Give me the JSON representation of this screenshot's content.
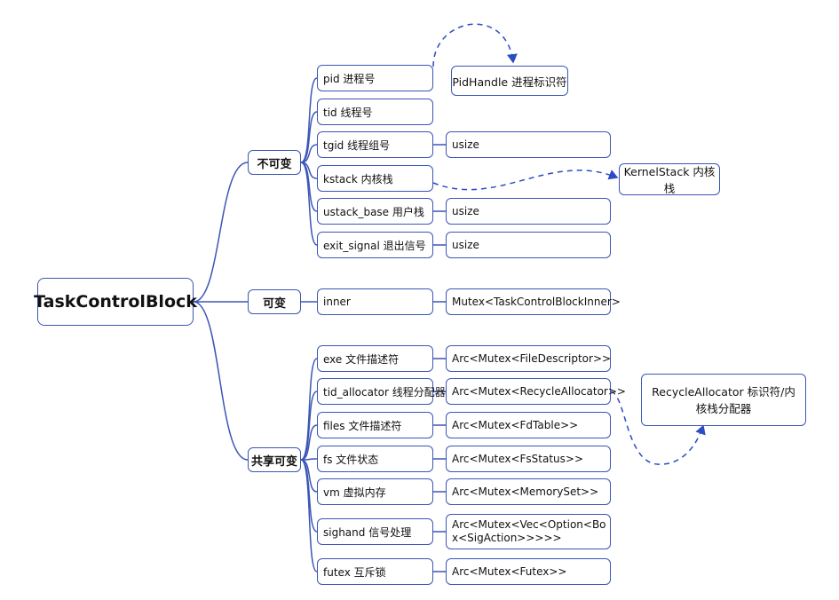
{
  "root": "TaskControlBlock",
  "categories": {
    "immutable": "不可变",
    "mutable": "可变",
    "shared": "共享可变"
  },
  "fields": {
    "pid": "pid 进程号",
    "tid": "tid 线程号",
    "tgid": "tgid 线程组号",
    "kstack": "kstack 内核栈",
    "ustack_base": "ustack_base 用户栈",
    "exit_signal": "exit_signal 退出信号",
    "inner": "inner",
    "exe": "exe 文件描述符",
    "tid_allocator": "tid_allocator 线程分配器",
    "files": "files 文件描述符",
    "fs": "fs 文件状态",
    "vm": "vm 虚拟内存",
    "sighand": "sighand 信号处理",
    "futex": "futex 互斥锁"
  },
  "types": {
    "tgid": "usize",
    "ustack_base": "usize",
    "exit_signal": "usize",
    "inner": "Mutex<TaskControlBlockInner>",
    "exe": "Arc<Mutex<FileDescriptor>>",
    "tid_allocator": "Arc<Mutex<RecycleAllocator>>",
    "files": "Arc<Mutex<FdTable>>",
    "fs": "Arc<Mutex<FsStatus>>",
    "vm": "Arc<Mutex<MemorySet>>",
    "sighand": "Arc<Mutex<Vec<Option<Box<SigAction>>>>>",
    "futex": "Arc<Mutex<Futex>>"
  },
  "externals": {
    "pid_handle": "PidHandle 进程标识符",
    "kernel_stack": "KernelStack 内核栈",
    "recycle_allocator": "RecycleAllocator 标识符/内核栈分配器"
  },
  "colors": {
    "line": "#3b56b5",
    "dashed": "#2b4cc4"
  }
}
